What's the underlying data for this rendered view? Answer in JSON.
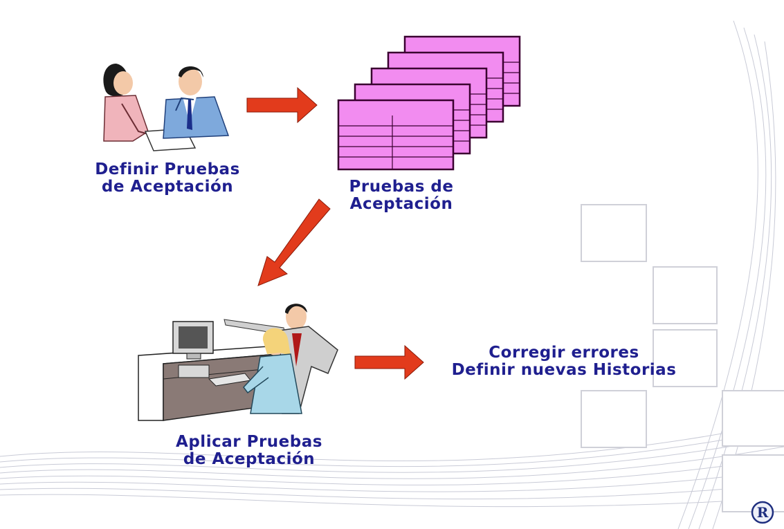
{
  "steps": {
    "define": {
      "line1": "Definir Pruebas",
      "line2": "de Aceptación"
    },
    "tests": {
      "line1": "Pruebas de",
      "line2": "Aceptación"
    },
    "apply": {
      "line1": "Aplicar Pruebas",
      "line2": "de Aceptación"
    },
    "outcome": {
      "line1": "Corregir errores",
      "line2": "Definir nuevas Historias"
    }
  },
  "logo": {
    "letter": "R"
  },
  "colors": {
    "label": "#1f1f8f",
    "arrow": "#e23b1c",
    "form_fill": "#f28cf0",
    "form_stroke": "#3a0030",
    "decor": "#c8cad6"
  },
  "icons": [
    "meeting-people-icon",
    "acceptance-test-forms-icon",
    "workstation-people-icon",
    "arrow-right-icon",
    "arrow-down-left-icon",
    "registered-logo-icon"
  ]
}
